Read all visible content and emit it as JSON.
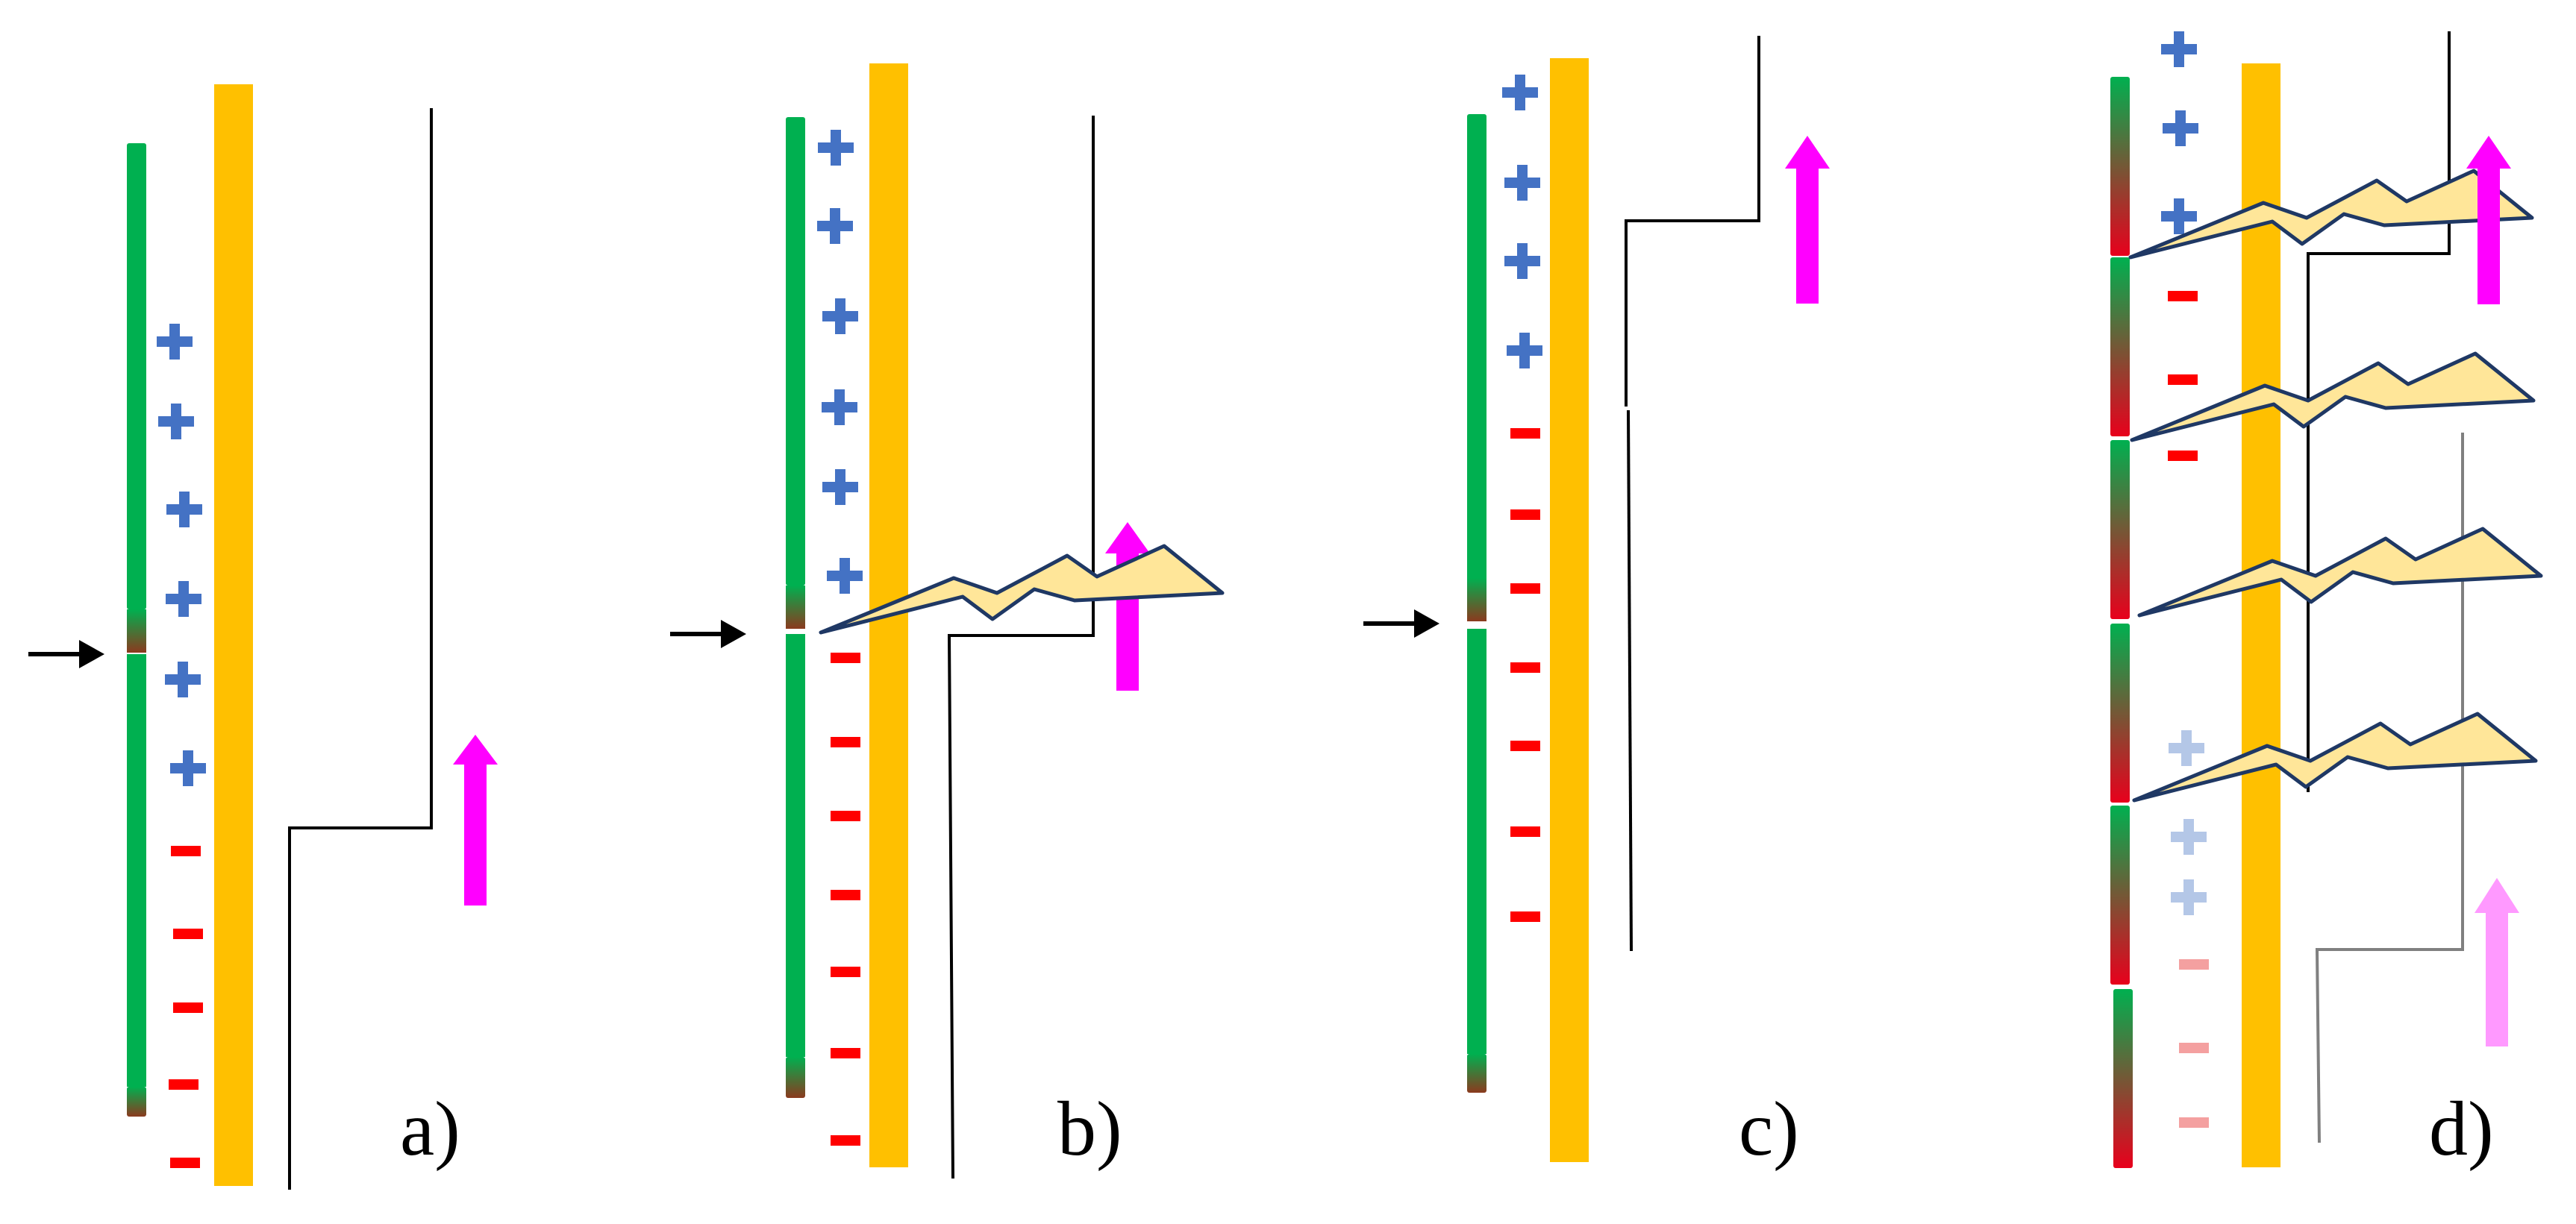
{
  "panels": [
    {
      "id": "a",
      "label": "a)",
      "plus_count": 6,
      "minus_count": 5,
      "faded_plus_count": 0,
      "faded_minus_count": 0,
      "lightning_count": 0,
      "arrow_count": 1
    },
    {
      "id": "b",
      "label": "b)",
      "plus_count": 6,
      "minus_count": 7,
      "faded_plus_count": 0,
      "faded_minus_count": 0,
      "lightning_count": 1,
      "arrow_count": 1
    },
    {
      "id": "c",
      "label": "c)",
      "plus_count": 4,
      "minus_count": 7,
      "faded_plus_count": 0,
      "faded_minus_count": 0,
      "lightning_count": 0,
      "arrow_count": 1
    },
    {
      "id": "d",
      "label": "d)",
      "plus_count": 3,
      "minus_count": 3,
      "faded_plus_count": 3,
      "faded_minus_count": 3,
      "lightning_count": 4,
      "arrow_count": 2
    }
  ],
  "colors": {
    "conductor": "#00B050",
    "insulator": "#FFC000",
    "plus": "#4472C4",
    "minus": "#FF0000",
    "faded_plus": "#B4C7E7",
    "faded_minus": "#F4A0A0",
    "current_arrow": "#FF00FF",
    "faded_current_arrow": "#FF99FF",
    "lightning_fill": "#FFE699",
    "lightning_stroke": "#1F3864",
    "trace": "#000000",
    "faded_trace": "#808080"
  },
  "icons": {
    "pointer": "black-right-arrow-icon",
    "current": "magenta-up-arrow-icon",
    "discharge": "lightning-bolt-icon"
  }
}
